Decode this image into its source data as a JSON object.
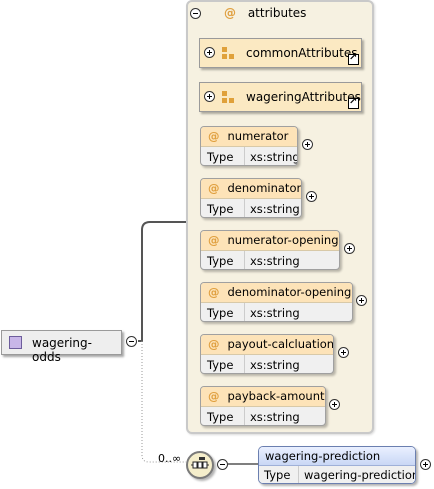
{
  "attributes_panel": {
    "title": "attributes"
  },
  "groups": [
    {
      "label": "commonAttributes"
    },
    {
      "label": "wageringAttributes"
    }
  ],
  "attributes": [
    {
      "name": "numerator",
      "type_label": "Type",
      "type": "xs:string"
    },
    {
      "name": "denominator",
      "type_label": "Type",
      "type": "xs:string"
    },
    {
      "name": "numerator-opening",
      "type_label": "Type",
      "type": "xs:string"
    },
    {
      "name": "denominator-opening",
      "type_label": "Type",
      "type": "xs:string"
    },
    {
      "name": "payout-calcluation",
      "type_label": "Type",
      "type": "xs:string"
    },
    {
      "name": "payback-amount",
      "type_label": "Type",
      "type": "xs:string"
    }
  ],
  "root_element": {
    "label": "wagering-odds"
  },
  "sequence": {
    "occurrence": "0..∞"
  },
  "child_element": {
    "name": "wagering-prediction",
    "type_label": "Type",
    "type": "wagering-prediction"
  },
  "attr_symbol": "@",
  "colors": {
    "attribute_header": "#fde3b8",
    "panel": "#f6f1e1",
    "element_header": "#c9d7f5",
    "root_icon": "#c8b6e8"
  }
}
